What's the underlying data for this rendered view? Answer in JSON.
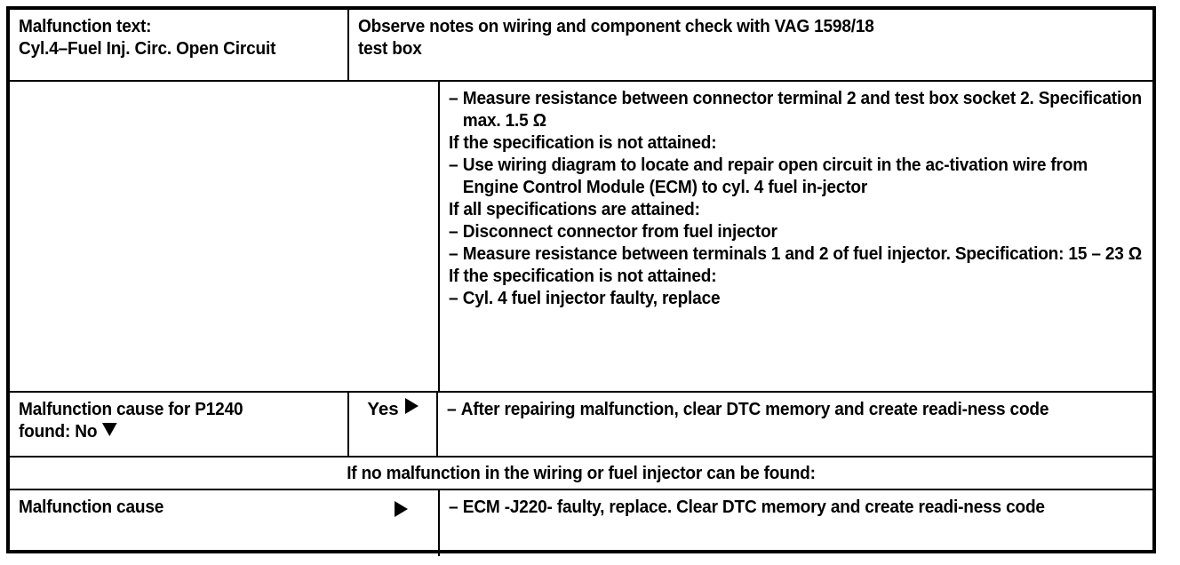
{
  "table": {
    "header": {
      "malfunction_text_label": "Malfunction text:",
      "malfunction_text_value": "Cyl.4–Fuel Inj. Circ. Open Circuit",
      "observe_note_line1": "Observe notes on wiring and component check with VAG 1598/18",
      "observe_note_line2": "test box"
    },
    "procedure": {
      "dash": "–",
      "items": [
        {
          "type": "bullet",
          "text": "Measure resistance between connector terminal 2 and test box socket 2.  Specification max. 1.5 Ω"
        },
        {
          "type": "plain",
          "text": "If the specification is not attained:"
        },
        {
          "type": "bullet",
          "text": "Use wiring diagram to locate and repair open circuit in the ac-tivation wire from Engine Control Module (ECM) to cyl. 4 fuel in-jector"
        },
        {
          "type": "plain",
          "text": "If all specifications are attained:"
        },
        {
          "type": "bullet",
          "text": "Disconnect connector from fuel injector"
        },
        {
          "type": "bullet",
          "text": "Measure resistance between terminals 1 and 2 of fuel injector. Specification: 15 – 23 Ω"
        },
        {
          "type": "plain",
          "text": "If the specification is not attained:"
        },
        {
          "type": "bullet",
          "text": "Cyl. 4 fuel injector faulty, replace"
        }
      ]
    },
    "p1240_row": {
      "question_line1": "Malfunction cause for P1240",
      "question_line2": "found: No",
      "down_arrow_icon": "triangle-down-icon",
      "yes_label": "Yes",
      "right_arrow_icon": "triangle-right-icon",
      "dash": "–",
      "action": "After repairing malfunction, clear DTC memory and create readi-ness code"
    },
    "note_row": {
      "text": "If no malfunction in the wiring or fuel injector can be found:"
    },
    "cause_row": {
      "label": "Malfunction cause",
      "right_arrow_icon": "triangle-right-icon",
      "dash": "–",
      "action": "ECM -J220- faulty, replace.  Clear DTC memory and create readi-ness code"
    }
  },
  "colors": {
    "ink": "#000000",
    "paper": "#ffffff"
  }
}
